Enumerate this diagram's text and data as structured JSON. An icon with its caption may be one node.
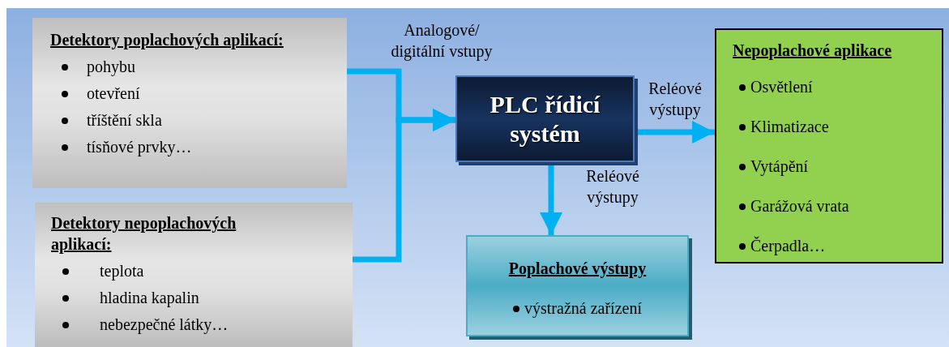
{
  "diagram": {
    "nodes": [
      {
        "text": [
          "Detektory poplachových aplikací:",
          "pohybu",
          "otevření",
          "tříštění skla",
          "tísňové prvky…"
        ]
      },
      {
        "text": [
          "Detektory nepoplachových aplikací:",
          "teplota",
          "hladina kapalin",
          "nebezpečné látky…"
        ]
      },
      {
        "text": [
          "PLC řídicí systém"
        ]
      },
      {
        "text": [
          "Poplachové výstupy",
          "výstražná zařízení"
        ]
      },
      {
        "text": [
          "Nepoplachové aplikace",
          "Osvětlení",
          "Klimatizace",
          "Vytápění",
          "Garážová vrata",
          "Čerpadla…"
        ]
      }
    ],
    "edges": [
      {
        "from": 0,
        "to": 2,
        "arrow": "to",
        "label": "Analogové/ digitální vstupy"
      },
      {
        "from": 1,
        "to": 2,
        "arrow": "to"
      },
      {
        "from": 2,
        "to": 4,
        "arrow": "to",
        "label": "Reléové výstupy"
      },
      {
        "from": 2,
        "to": 3,
        "arrow": "to",
        "label": "Reléové výstupy"
      }
    ]
  }
}
